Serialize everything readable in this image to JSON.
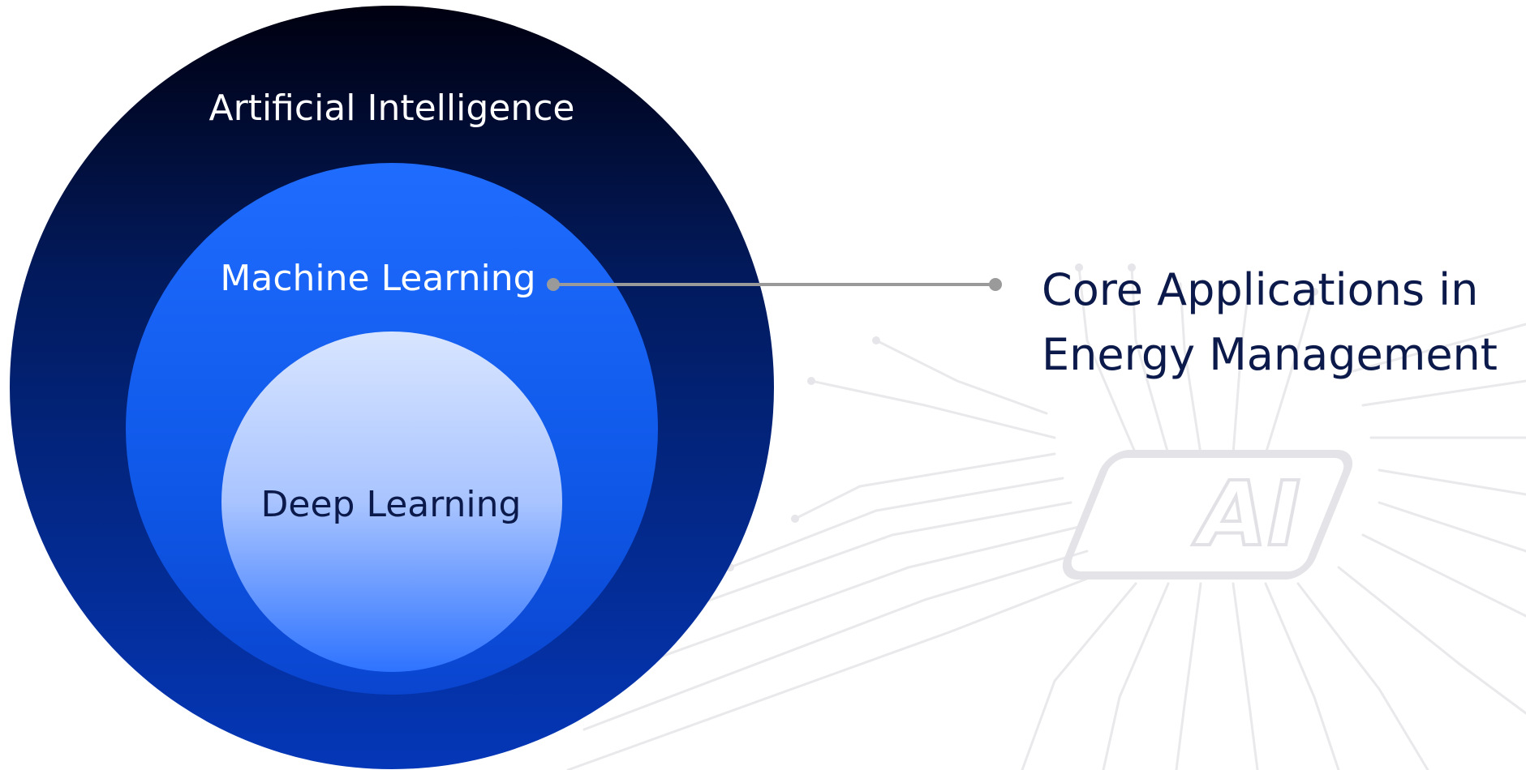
{
  "diagram": {
    "outer_label": "Artificial Intelligence",
    "middle_label": "Machine Learning",
    "inner_label": "Deep Learning",
    "callout_line1": "Core Applications in",
    "callout_line2": "Energy Management",
    "colors": {
      "outer_top": "#000010",
      "outer_bottom": "#0437b8",
      "middle_top": "#1f6cff",
      "middle_bottom": "#0a45cf",
      "inner_top": "#d6e3ff",
      "inner_bottom": "#2e73ff",
      "connector": "#9a9a9a",
      "callout_text": "#0b1a4a",
      "label_light": "#ffffff",
      "label_dark": "#0b1a4a"
    },
    "background_chip_text": "AI"
  }
}
